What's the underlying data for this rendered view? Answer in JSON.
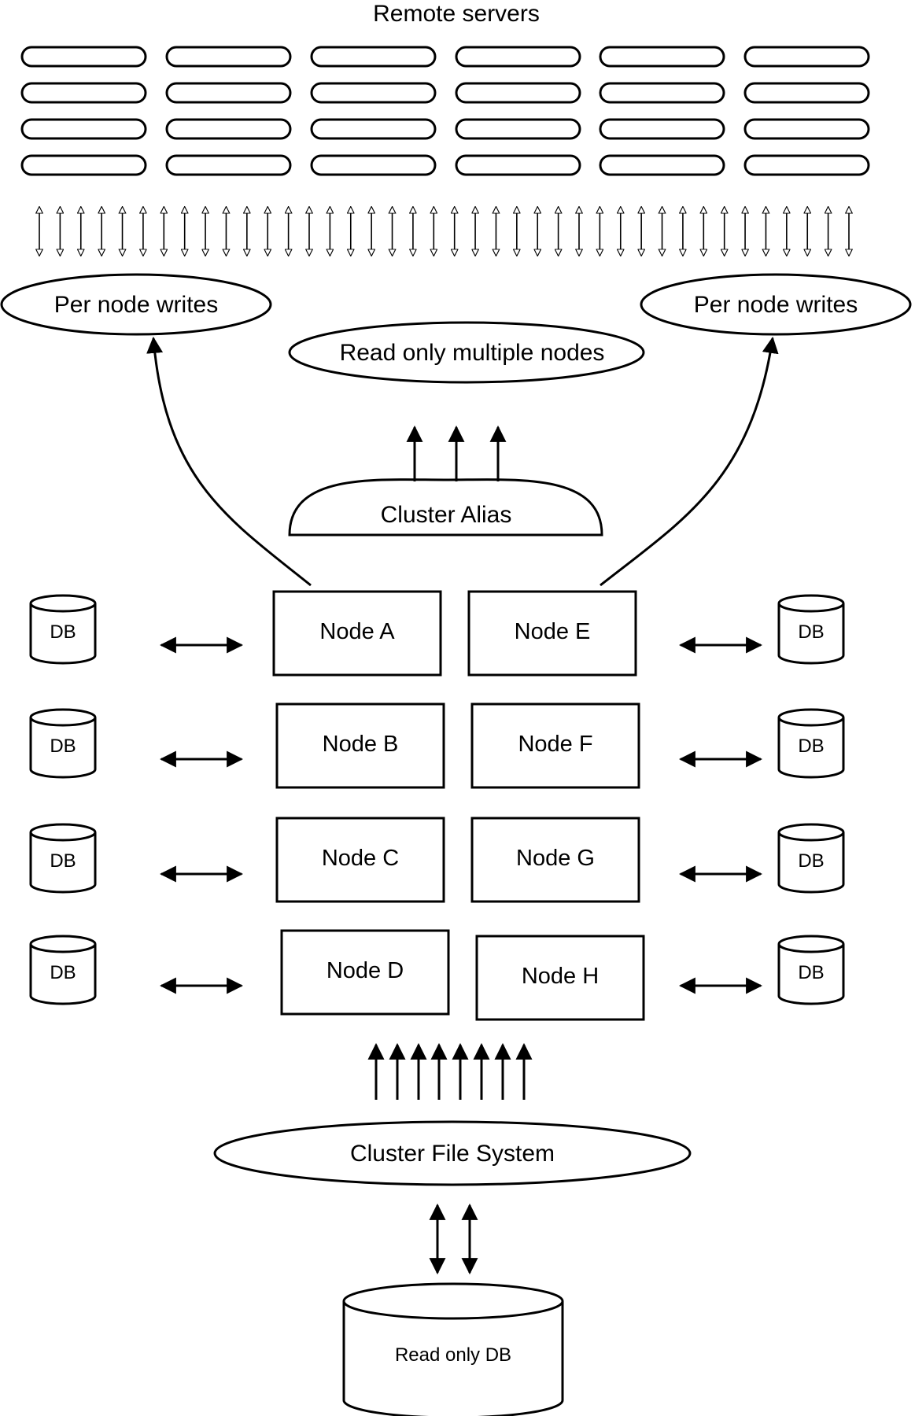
{
  "title": "Remote servers",
  "server_grid": {
    "columns": 6,
    "rows": 4
  },
  "remote_links": {
    "count": 40
  },
  "per_node_writes_left": "Per node writes",
  "per_node_writes_right": "Per node writes",
  "read_only_multiple_nodes": "Read only multiple nodes",
  "cluster_alias": "Cluster Alias",
  "nodes": [
    {
      "id": "a",
      "label": "Node A",
      "db_label": "DB"
    },
    {
      "id": "b",
      "label": "Node B",
      "db_label": "DB"
    },
    {
      "id": "c",
      "label": "Node C",
      "db_label": "DB"
    },
    {
      "id": "d",
      "label": "Node D",
      "db_label": "DB"
    },
    {
      "id": "e",
      "label": "Node E",
      "db_label": "DB"
    },
    {
      "id": "f",
      "label": "Node F",
      "db_label": "DB"
    },
    {
      "id": "g",
      "label": "Node G",
      "db_label": "DB"
    },
    {
      "id": "h",
      "label": "Node H",
      "db_label": "DB"
    }
  ],
  "cluster_file_system": "Cluster File System",
  "read_only_db": "Read only DB",
  "colors": {
    "stroke": "#000000",
    "background": "#ffffff"
  }
}
